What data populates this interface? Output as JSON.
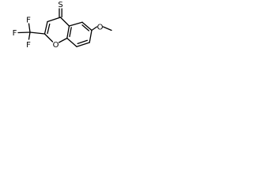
{
  "molecule": {
    "atoms": {
      "thione_s": "S",
      "ring_o": "O",
      "methoxy_o": "O",
      "fluorine_1": "F",
      "fluorine_2": "F",
      "fluorine_3": "F"
    }
  },
  "colors": {
    "bond": "#000000",
    "label": "#000000",
    "background": "#ffffff"
  }
}
